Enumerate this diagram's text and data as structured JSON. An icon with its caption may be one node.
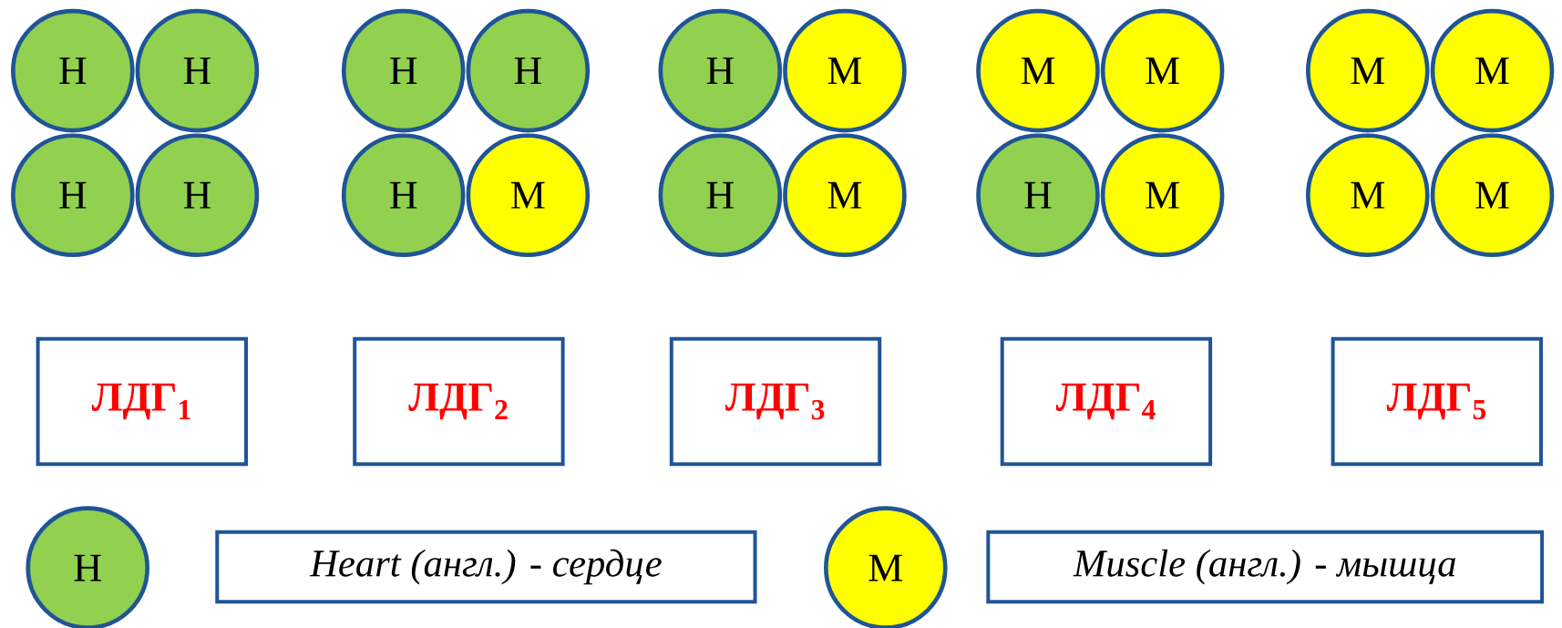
{
  "diagram": {
    "nodes": [
      {
        "text": [
          "H"
        ]
      },
      {
        "text": [
          "H"
        ]
      },
      {
        "text": [
          "H"
        ]
      },
      {
        "text": [
          "H"
        ]
      },
      {
        "text": [
          "H"
        ]
      },
      {
        "text": [
          "H"
        ]
      },
      {
        "text": [
          "H"
        ]
      },
      {
        "text": [
          "M"
        ]
      },
      {
        "text": [
          "H"
        ]
      },
      {
        "text": [
          "M"
        ]
      },
      {
        "text": [
          "H"
        ]
      },
      {
        "text": [
          "M"
        ]
      },
      {
        "text": [
          "M"
        ]
      },
      {
        "text": [
          "M"
        ]
      },
      {
        "text": [
          "H"
        ]
      },
      {
        "text": [
          "M"
        ]
      },
      {
        "text": [
          "M"
        ]
      },
      {
        "text": [
          "M"
        ]
      },
      {
        "text": [
          "M"
        ]
      },
      {
        "text": [
          "M"
        ]
      },
      {
        "text": [
          "ЛДГ$_{1}$"
        ]
      },
      {
        "text": [
          "ЛДГ$_{2}$"
        ]
      },
      {
        "text": [
          "ЛДГ$_{3}$"
        ]
      },
      {
        "text": [
          "ЛДГ$_{4}$"
        ]
      },
      {
        "text": [
          "ЛДГ$_{5}$"
        ]
      }
    ],
    "labels": [
      "H",
      "M"
    ],
    "legend": [
      {
        "text": "Heart (англ.) - сердце",
        "color": "#92d050"
      },
      {
        "text": "Muscle (англ.) - мышца",
        "color": "#ffff00"
      }
    ]
  }
}
